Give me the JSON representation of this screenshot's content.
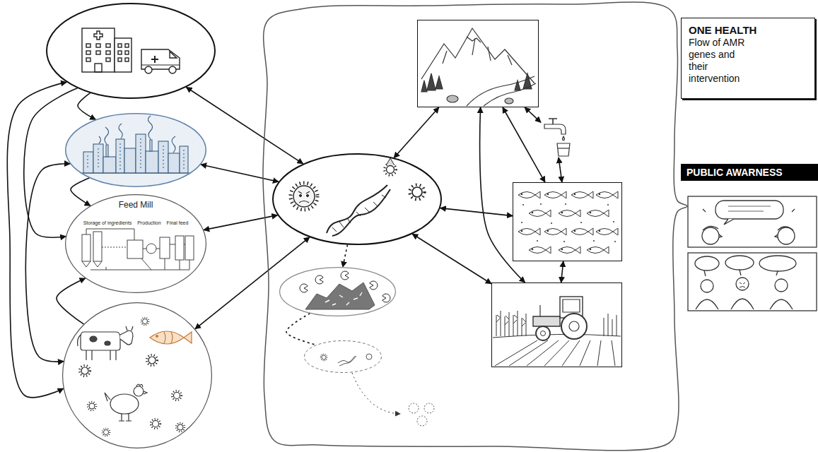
{
  "diagram": {
    "nodes": [
      {
        "text": []
      },
      {
        "text": []
      },
      {
        "text": [
          "Feed Mill",
          "Storage of ingredients",
          "Production",
          "Final feed"
        ]
      },
      {
        "text": []
      },
      {
        "text": []
      },
      {
        "text": [],
        "in": 4
      },
      {
        "text": [],
        "in": 4
      },
      {
        "text": [],
        "in": 4
      },
      {
        "text": [],
        "in": 4
      },
      {
        "text": [],
        "in": 4
      },
      {
        "text": [],
        "in": 4
      },
      {
        "text": [],
        "in": 4
      },
      {
        "text": [
          "ONE HEALTH",
          "Flow of AMR genes and their intervention"
        ]
      },
      {
        "text": [
          "PUBLIC AWARNESS"
        ]
      }
    ],
    "edges": [
      {
        "from": 0,
        "to": 7,
        "arrow": "both"
      },
      {
        "from": 1,
        "to": 7,
        "arrow": "both"
      },
      {
        "from": 2,
        "to": 7,
        "arrow": "both"
      },
      {
        "from": 3,
        "to": 7,
        "arrow": "both"
      },
      {
        "from": 0,
        "to": 1,
        "arrow": "to"
      },
      {
        "from": 0,
        "to": 2,
        "arrow": "to"
      },
      {
        "from": 1,
        "to": 2,
        "arrow": "to"
      },
      {
        "from": 0,
        "to": 3,
        "arrow": "both"
      },
      {
        "from": 1,
        "to": 3,
        "arrow": "both"
      },
      {
        "from": 3,
        "to": 2,
        "arrow": "to"
      },
      {
        "from": 7,
        "to": 5,
        "arrow": "both"
      },
      {
        "from": 7,
        "to": 8,
        "arrow": "both"
      },
      {
        "from": 7,
        "to": 10,
        "arrow": "both"
      },
      {
        "from": 5,
        "to": 8,
        "arrow": "both"
      },
      {
        "from": 5,
        "to": 10,
        "arrow": "both"
      },
      {
        "from": 5,
        "to": 6,
        "arrow": "both"
      },
      {
        "from": 6,
        "to": 8,
        "arrow": "both"
      },
      {
        "from": 8,
        "to": 10,
        "arrow": "both"
      },
      {
        "from": 7,
        "to": 9,
        "arrow": "to"
      },
      {
        "from": 9,
        "to": 11,
        "arrow": "none"
      }
    ]
  }
}
